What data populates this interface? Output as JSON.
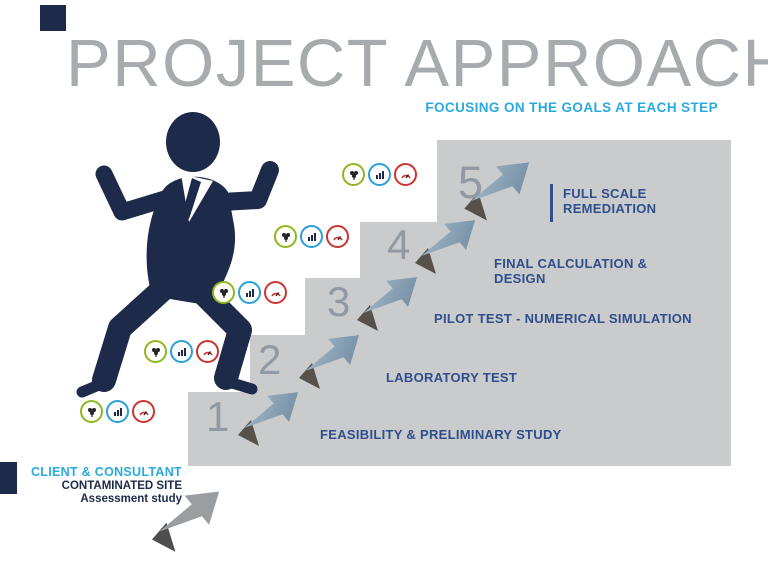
{
  "title": "PROJECT APPROACH",
  "subtitle": "FOCUSING ON THE GOALS AT EACH STEP",
  "steps": [
    {
      "number": "1",
      "label": "FEASIBILITY & PRELIMINARY STUDY"
    },
    {
      "number": "2",
      "label": "LABORATORY TEST"
    },
    {
      "number": "3",
      "label": "PILOT TEST - NUMERICAL SIMULATION"
    },
    {
      "number": "4",
      "label": "FINAL CALCULATION & DESIGN"
    },
    {
      "number": "5",
      "label": "FULL SCALE REMEDIATION"
    }
  ],
  "footer": {
    "client_label": "CLIENT & CONSULTANT",
    "line1": "CONTAMINATED SITE",
    "line2": "Assessment study"
  },
  "icon_legend": [
    "site-icon",
    "bar-chart-icon",
    "gauge-icon"
  ],
  "colors": {
    "accent_cyan": "#29A9E0",
    "label_blue": "#2F4E8C",
    "navy": "#1E2A4A",
    "stair_gray": "#C9CBCD",
    "title_gray": "#A7ABAE",
    "arrow_steel": "#7E97AA",
    "icon_green": "#8FB71E",
    "icon_blue": "#2B9FD9",
    "icon_red": "#CC3430"
  }
}
